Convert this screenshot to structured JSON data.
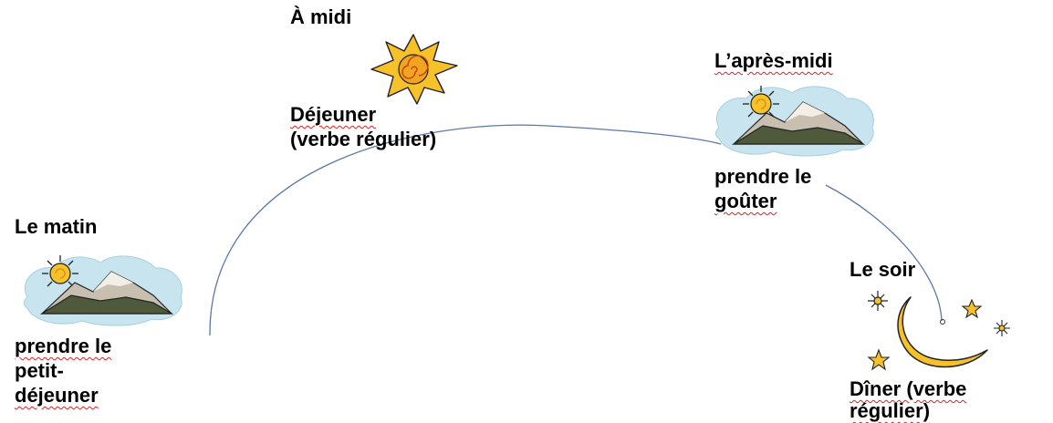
{
  "diagram": {
    "morning": {
      "heading": "Le matin",
      "activity_lines": [
        "prendre le",
        "petit-",
        "déjeuner"
      ],
      "icon": "sun-mountain-icon"
    },
    "noon": {
      "heading": "À midi",
      "activity_lines": [
        "Déjeuner",
        "(verbe régulier)"
      ],
      "icon": "sun-icon"
    },
    "afternoon": {
      "heading": "L’après-midi",
      "activity_lines": [
        "prendre le",
        "goûter"
      ],
      "icon": "sun-mountain-icon"
    },
    "evening": {
      "heading": "Le soir",
      "activity_lines": [
        "Dîner (verbe",
        "régulier)"
      ],
      "icon": "moon-stars-icon"
    },
    "colors": {
      "arc": "#5a78a8",
      "text": "#000000",
      "spellcheck_underline": "#e02020",
      "sun": "#f7c12a",
      "mountain_dark": "#4f5a3c",
      "mountain_light": "#c9bfb0",
      "halo": "#c8e4ef"
    }
  }
}
